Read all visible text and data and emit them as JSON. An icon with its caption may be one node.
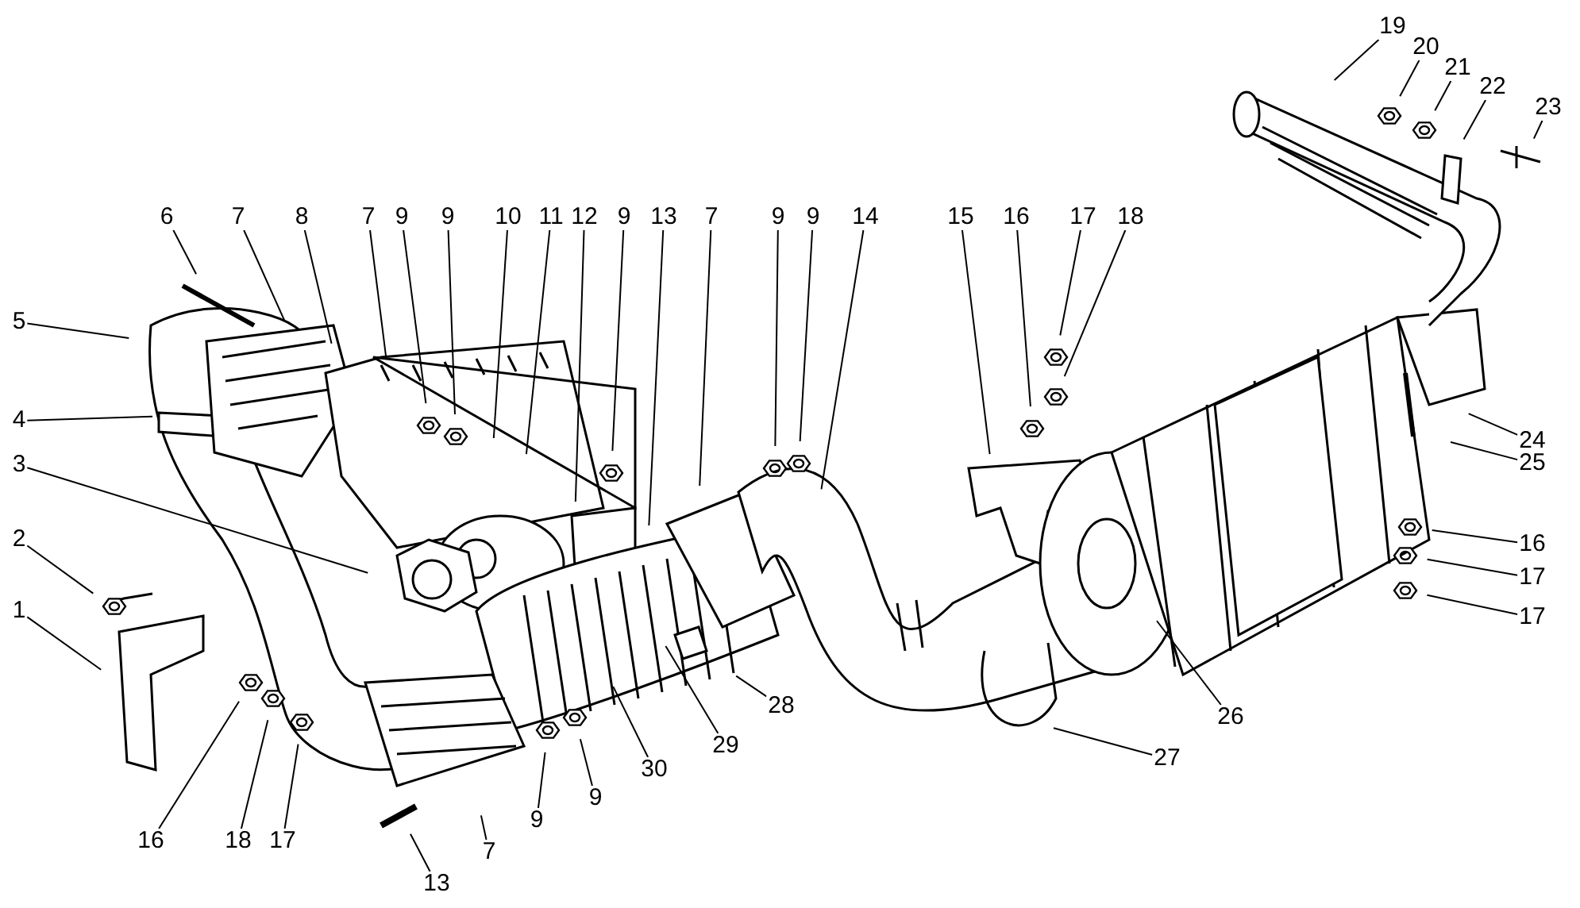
{
  "diagram": {
    "nodes": [
      {
        "text": [
          "1"
        ]
      },
      {
        "text": [
          "2"
        ]
      },
      {
        "text": [
          "3"
        ]
      },
      {
        "text": [
          "4"
        ]
      },
      {
        "text": [
          "5"
        ]
      },
      {
        "text": [
          "6"
        ]
      },
      {
        "text": [
          "7"
        ]
      },
      {
        "text": [
          "8"
        ]
      },
      {
        "text": [
          "7"
        ]
      },
      {
        "text": [
          "9"
        ]
      },
      {
        "text": [
          "9"
        ]
      },
      {
        "text": [
          "10"
        ]
      },
      {
        "text": [
          "11"
        ]
      },
      {
        "text": [
          "12"
        ]
      },
      {
        "text": [
          "9"
        ]
      },
      {
        "text": [
          "13"
        ]
      },
      {
        "text": [
          "7"
        ]
      },
      {
        "text": [
          "9"
        ]
      },
      {
        "text": [
          "9"
        ]
      },
      {
        "text": [
          "14"
        ]
      },
      {
        "text": [
          "15"
        ]
      },
      {
        "text": [
          "16"
        ]
      },
      {
        "text": [
          "17"
        ]
      },
      {
        "text": [
          "18"
        ]
      },
      {
        "text": [
          "19"
        ]
      },
      {
        "text": [
          "20"
        ]
      },
      {
        "text": [
          "21"
        ]
      },
      {
        "text": [
          "22"
        ]
      },
      {
        "text": [
          "23"
        ]
      },
      {
        "text": [
          "24"
        ]
      },
      {
        "text": [
          "25"
        ]
      },
      {
        "text": [
          "16"
        ]
      },
      {
        "text": [
          "17"
        ]
      },
      {
        "text": [
          "17"
        ]
      },
      {
        "text": [
          "26"
        ]
      },
      {
        "text": [
          "27"
        ]
      },
      {
        "text": [
          "28"
        ]
      },
      {
        "text": [
          "29"
        ]
      },
      {
        "text": [
          "30"
        ]
      },
      {
        "text": [
          "9"
        ]
      },
      {
        "text": [
          "9"
        ]
      },
      {
        "text": [
          "7"
        ]
      },
      {
        "text": [
          "13"
        ]
      },
      {
        "text": [
          "17"
        ]
      },
      {
        "text": [
          "18"
        ]
      },
      {
        "text": [
          "16"
        ]
      }
    ],
    "edges": [
      {
        "from": 0,
        "to": null,
        "arrow": "none"
      },
      {
        "from": 1,
        "to": null,
        "arrow": "none"
      },
      {
        "from": 2,
        "to": null,
        "arrow": "none"
      },
      {
        "from": 3,
        "to": null,
        "arrow": "none"
      },
      {
        "from": 4,
        "to": null,
        "arrow": "none"
      },
      {
        "from": 5,
        "to": null,
        "arrow": "none"
      },
      {
        "from": 6,
        "to": null,
        "arrow": "none"
      },
      {
        "from": 7,
        "to": null,
        "arrow": "none"
      },
      {
        "from": 8,
        "to": null,
        "arrow": "none"
      },
      {
        "from": 9,
        "to": null,
        "arrow": "none"
      },
      {
        "from": 10,
        "to": null,
        "arrow": "none"
      },
      {
        "from": 11,
        "to": null,
        "arrow": "none"
      },
      {
        "from": 12,
        "to": null,
        "arrow": "none"
      },
      {
        "from": 13,
        "to": null,
        "arrow": "none"
      },
      {
        "from": 14,
        "to": null,
        "arrow": "none"
      },
      {
        "from": 15,
        "to": null,
        "arrow": "none"
      },
      {
        "from": 16,
        "to": null,
        "arrow": "none"
      },
      {
        "from": 17,
        "to": null,
        "arrow": "none"
      },
      {
        "from": 18,
        "to": null,
        "arrow": "none"
      },
      {
        "from": 19,
        "to": null,
        "arrow": "none"
      },
      {
        "from": 20,
        "to": null,
        "arrow": "none"
      },
      {
        "from": 21,
        "to": null,
        "arrow": "none"
      },
      {
        "from": 22,
        "to": null,
        "arrow": "none"
      },
      {
        "from": 23,
        "to": null,
        "arrow": "none"
      },
      {
        "from": 24,
        "to": null,
        "arrow": "none"
      },
      {
        "from": 25,
        "to": null,
        "arrow": "none"
      },
      {
        "from": 26,
        "to": null,
        "arrow": "none"
      },
      {
        "from": 27,
        "to": null,
        "arrow": "none"
      },
      {
        "from": 28,
        "to": null,
        "arrow": "none"
      },
      {
        "from": 29,
        "to": null,
        "arrow": "none"
      },
      {
        "from": 30,
        "to": null,
        "arrow": "none"
      },
      {
        "from": 31,
        "to": null,
        "arrow": "none"
      },
      {
        "from": 32,
        "to": null,
        "arrow": "none"
      },
      {
        "from": 33,
        "to": null,
        "arrow": "none"
      },
      {
        "from": 34,
        "to": null,
        "arrow": "none"
      },
      {
        "from": 35,
        "to": null,
        "arrow": "none"
      },
      {
        "from": 36,
        "to": null,
        "arrow": "none"
      },
      {
        "from": 37,
        "to": null,
        "arrow": "none"
      },
      {
        "from": 38,
        "to": null,
        "arrow": "none"
      },
      {
        "from": 39,
        "to": null,
        "arrow": "none"
      },
      {
        "from": 40,
        "to": null,
        "arrow": "none"
      },
      {
        "from": 41,
        "to": null,
        "arrow": "none"
      },
      {
        "from": 42,
        "to": null,
        "arrow": "none"
      },
      {
        "from": 43,
        "to": null,
        "arrow": "none"
      },
      {
        "from": 44,
        "to": null,
        "arrow": "none"
      },
      {
        "from": 45,
        "to": null,
        "arrow": "none"
      }
    ]
  }
}
